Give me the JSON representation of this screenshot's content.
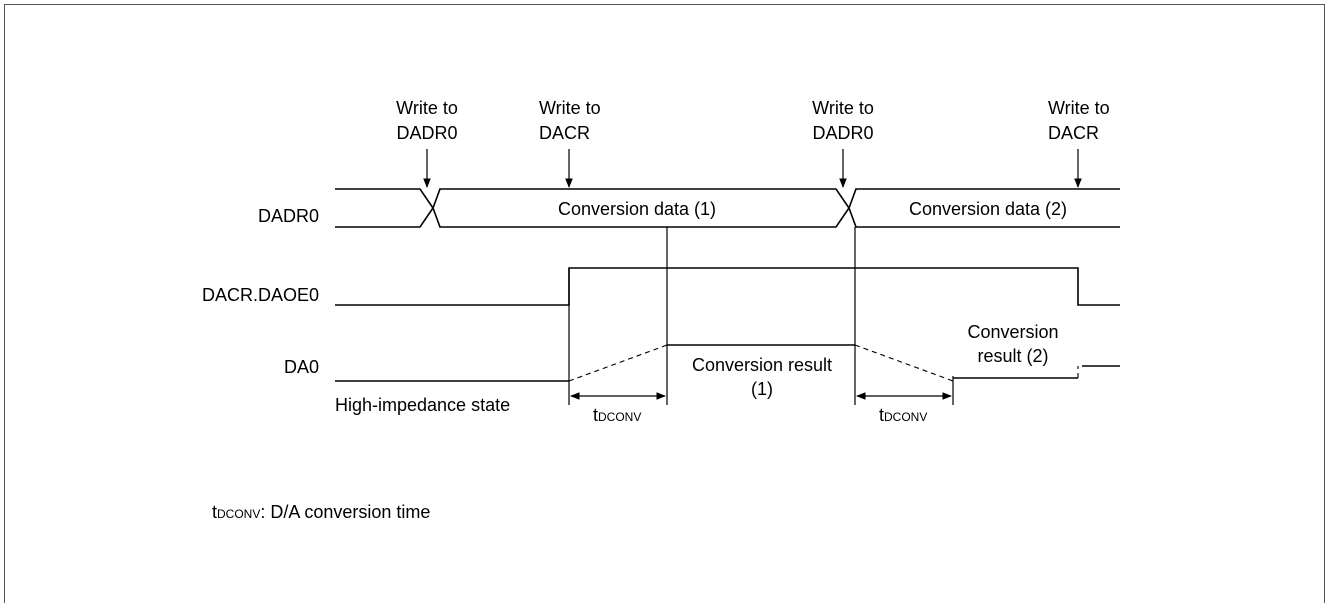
{
  "signals": {
    "dadr0": "DADR0",
    "daoe0": "DACR.DAOE0",
    "da0": "DA0"
  },
  "events": {
    "write_dadr0_1": [
      "Write to",
      "DADR0"
    ],
    "write_dacr_1": [
      "Write to",
      "DACR"
    ],
    "write_dadr0_2": [
      "Write to",
      "DADR0"
    ],
    "write_dacr_2": [
      "Write to",
      "DACR"
    ]
  },
  "bus": {
    "data1": "Conversion data (1)",
    "data2": "Conversion data (2)"
  },
  "output": {
    "result1": [
      "Conversion result",
      "(1)"
    ],
    "result2": [
      "Conversion",
      "result (2)"
    ],
    "hiz": "High-impedance state"
  },
  "timing": {
    "t_main": "t",
    "t_sub": "DCONV"
  },
  "note": {
    "t_main": "t",
    "t_sub": "DCONV",
    "text": ": D/A conversion time"
  }
}
